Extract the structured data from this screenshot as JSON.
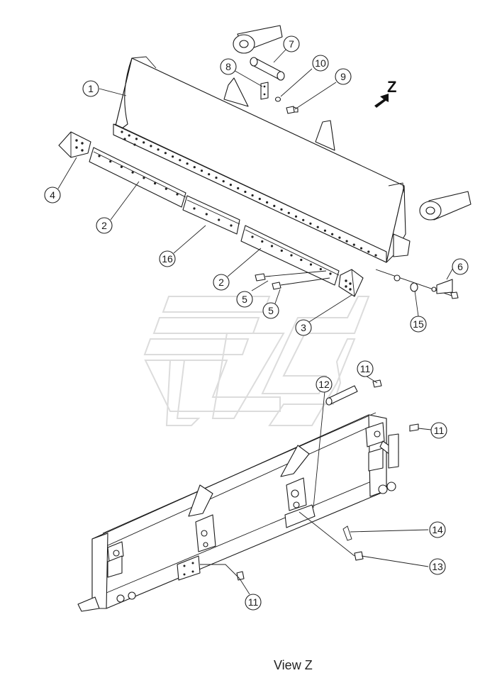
{
  "callouts": [
    {
      "id": "c1",
      "label": "1"
    },
    {
      "id": "c2a",
      "label": "2"
    },
    {
      "id": "c2b",
      "label": "2"
    },
    {
      "id": "c3",
      "label": "3"
    },
    {
      "id": "c4",
      "label": "4"
    },
    {
      "id": "c5a",
      "label": "5"
    },
    {
      "id": "c5b",
      "label": "5"
    },
    {
      "id": "c6",
      "label": "6"
    },
    {
      "id": "c7",
      "label": "7"
    },
    {
      "id": "c8",
      "label": "8"
    },
    {
      "id": "c9",
      "label": "9"
    },
    {
      "id": "c10",
      "label": "10"
    },
    {
      "id": "c11a",
      "label": "11"
    },
    {
      "id": "c11b",
      "label": "11"
    },
    {
      "id": "c11c",
      "label": "11"
    },
    {
      "id": "c12",
      "label": "12"
    },
    {
      "id": "c13",
      "label": "13"
    },
    {
      "id": "c14",
      "label": "14"
    },
    {
      "id": "c15",
      "label": "15"
    },
    {
      "id": "c16",
      "label": "16"
    }
  ],
  "view_direction_label": "Z",
  "view_caption": "View Z"
}
